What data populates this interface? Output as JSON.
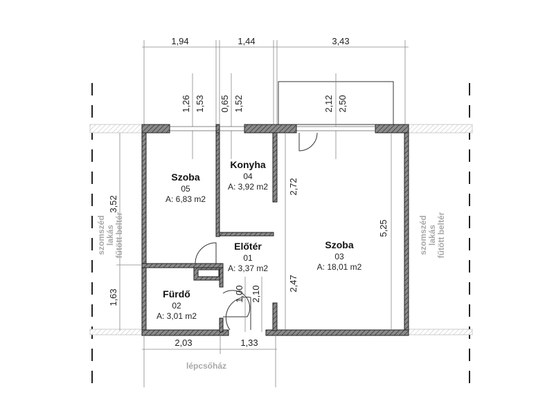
{
  "top_dimensions": [
    "1,94",
    "1,44",
    "3,43"
  ],
  "window_dimensions": [
    "1,26",
    "1,53",
    "0,65",
    "1,52",
    "2,12",
    "2,50"
  ],
  "left_dimensions": [
    "3,52",
    "1,63"
  ],
  "inner_dimensions": [
    "2,72",
    "5,25",
    "2,47",
    "1,00",
    "2,10"
  ],
  "bottom_dimensions": [
    "2,03",
    "1,33"
  ],
  "rooms": [
    {
      "name": "Szoba",
      "number": "05",
      "area": "A: 6,83 m2"
    },
    {
      "name": "Konyha",
      "number": "04",
      "area": "A: 3,92 m2"
    },
    {
      "name": "Előtér",
      "number": "01",
      "area": "A: 3,37 m2"
    },
    {
      "name": "Szoba",
      "number": "03",
      "area": "A: 18,01 m2"
    },
    {
      "name": "Fürdő",
      "number": "02",
      "area": "A: 3,01 m2"
    }
  ],
  "neighbor_label": [
    "szomszéd",
    "lakás",
    "fűtött beltér"
  ],
  "stairwell_label": "lépcsőház"
}
